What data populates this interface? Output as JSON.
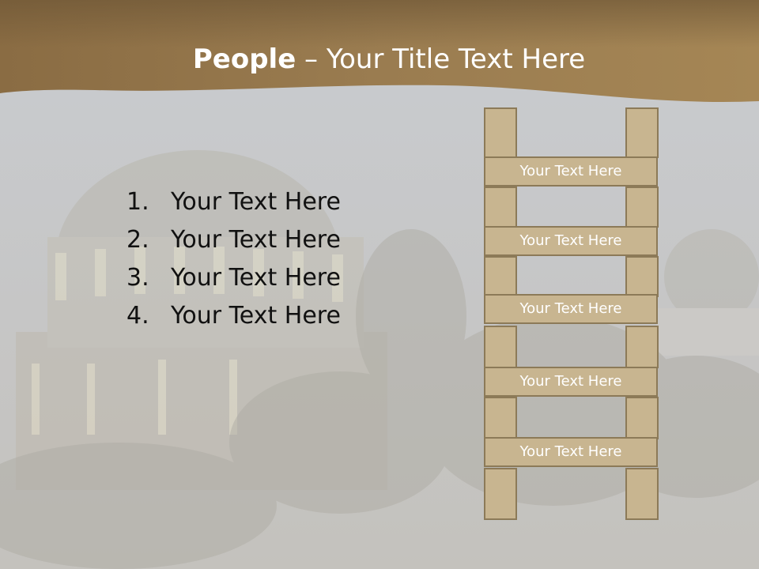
{
  "slide": {
    "title_bold": "People",
    "title_rest": " – Your Title Text Here"
  },
  "list": [
    {
      "num": "1.",
      "text": "Your Text Here"
    },
    {
      "num": "2.",
      "text": "Your Text Here"
    },
    {
      "num": "3.",
      "text": "Your Text Here"
    },
    {
      "num": "4.",
      "text": "Your Text Here"
    }
  ],
  "ladder": {
    "rungs": [
      "Your Text Here",
      "Your Text Here",
      "Your Text Here",
      "Your Text Here",
      "Your Text Here"
    ]
  },
  "colors": {
    "header": "#8b6f44",
    "ladder_fill": "#c8b590",
    "ladder_border": "#8c7a58",
    "background": "#c8c7c2"
  }
}
